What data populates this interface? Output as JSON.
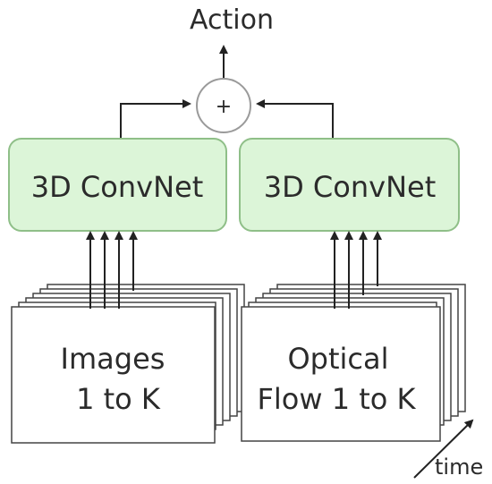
{
  "output_label": "Action",
  "sum_symbol": "+",
  "convnet_left_label": "3D ConvNet",
  "convnet_right_label": "3D ConvNet",
  "images_label_line1": "Images",
  "images_label_line2": "1 to K",
  "flow_label_line1": "Optical",
  "flow_label_line2": "Flow 1 to K",
  "time_label": "time",
  "colors": {
    "convnet_fill": "#dcf5d8",
    "convnet_stroke": "#8fbf88",
    "line": "#222222"
  }
}
